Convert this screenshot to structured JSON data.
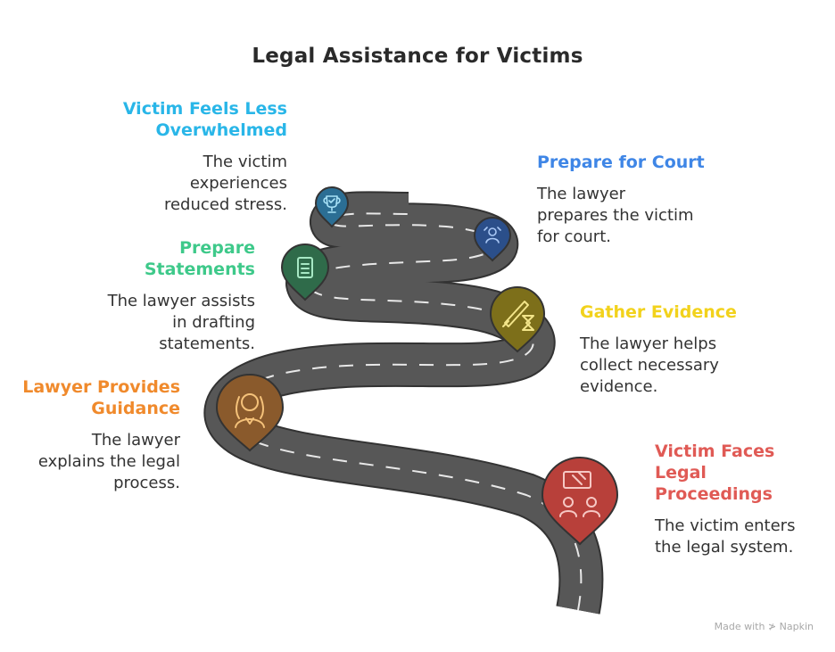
{
  "title": "Legal Assistance for Victims",
  "colors": {
    "road": "#555555",
    "road_edge": "#333333",
    "dash": "#e6e6e6",
    "background": "#ffffff"
  },
  "steps": [
    {
      "title": "Victim Faces Legal Proceedings",
      "title_lines": [
        "Victim Faces",
        "Legal",
        "Proceedings"
      ],
      "desc_lines": [
        "The victim enters",
        "the legal system."
      ],
      "color": "#e05a55",
      "marker_fill": "#b8403a",
      "icon": "meeting-gavel-icon"
    },
    {
      "title": "Lawyer Provides Guidance",
      "title_lines": [
        "Lawyer Provides",
        "Guidance"
      ],
      "desc_lines": [
        "The lawyer",
        "explains the legal",
        "process."
      ],
      "color": "#f08a2c",
      "marker_fill": "#8a5a2c",
      "icon": "judge-wig-icon"
    },
    {
      "title": "Gather Evidence",
      "title_lines": [
        "Gather Evidence"
      ],
      "desc_lines": [
        "The lawyer helps",
        "collect necessary",
        "evidence."
      ],
      "color": "#f2d21c",
      "marker_fill": "#7d6f1a",
      "icon": "quill-hourglass-icon"
    },
    {
      "title": "Prepare Statements",
      "title_lines": [
        "Prepare",
        "Statements"
      ],
      "desc_lines": [
        "The lawyer assists",
        "in drafting",
        "statements."
      ],
      "color": "#3ec98a",
      "marker_fill": "#2f6b4a",
      "icon": "document-stack-icon"
    },
    {
      "title": "Prepare for Court",
      "title_lines": [
        "Prepare for Court"
      ],
      "desc_lines": [
        "The lawyer",
        "prepares the victim",
        "for court."
      ],
      "color": "#3f86e6",
      "marker_fill": "#2b4f8a",
      "icon": "mentor-icon"
    },
    {
      "title": "Victim Feels Less Overwhelmed",
      "title_lines": [
        "Victim Feels Less",
        "Overwhelmed"
      ],
      "desc_lines": [
        "The victim",
        "experiences",
        "reduced stress."
      ],
      "color": "#29b6e8",
      "marker_fill": "#2b6e94",
      "icon": "trophy-icon"
    }
  ],
  "watermark": "Made with ≯ Napkin"
}
